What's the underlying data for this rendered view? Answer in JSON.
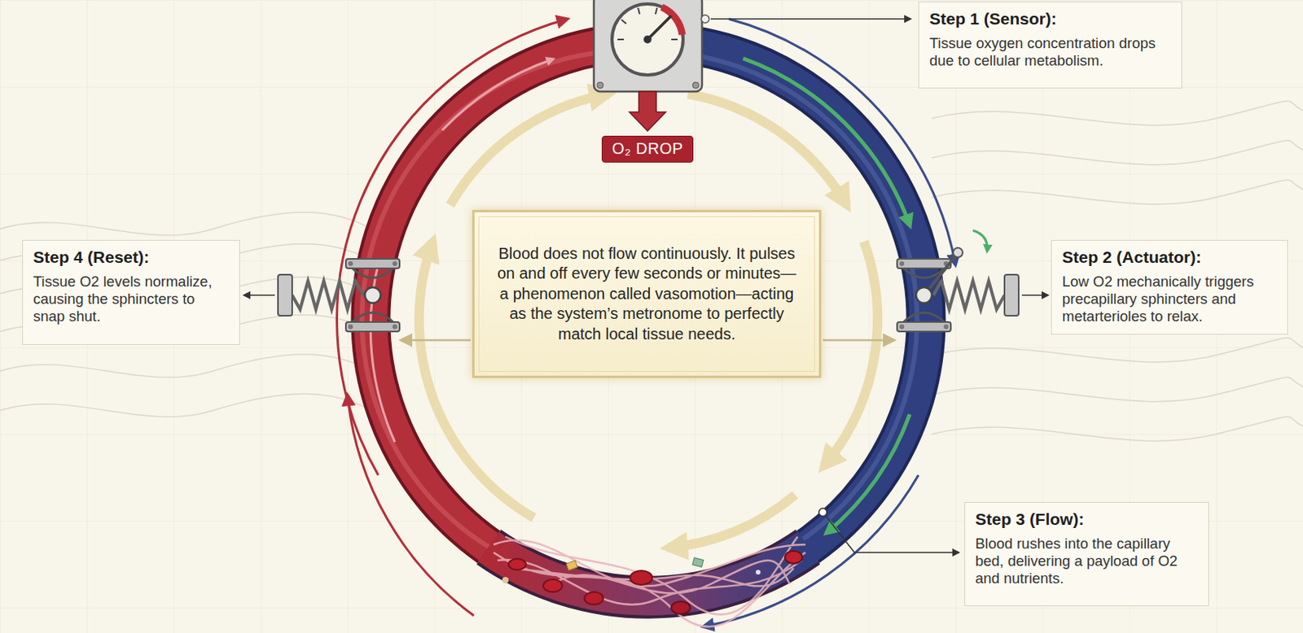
{
  "diagram": {
    "nodes": [
      {
        "text": [
          "Step 1 (Sensor):",
          "Tissue oxygen concentration drops due to cellular metabolism."
        ]
      },
      {
        "text": [
          "O₂ DROP"
        ]
      },
      {
        "text": [
          "Step 4 (Reset):",
          "Tissue O2 levels normalize, causing the sphincters to snap shut."
        ]
      },
      {
        "text": [
          "Blood does not flow continuously. It pulses on and off every few seconds or minutes—a phenomenon called vasomotion—acting as the system’s metronome to perfectly match local tissue needs."
        ]
      },
      {
        "text": [
          "Step 2 (Actuator):",
          "Low O2 mechanically triggers precapillary sphincters and metarterioles to relax."
        ]
      },
      {
        "text": [
          "Step 3 (Flow):",
          "Blood rushes into the capillary bed, delivering a payload of O2 and nutrients."
        ]
      }
    ]
  }
}
